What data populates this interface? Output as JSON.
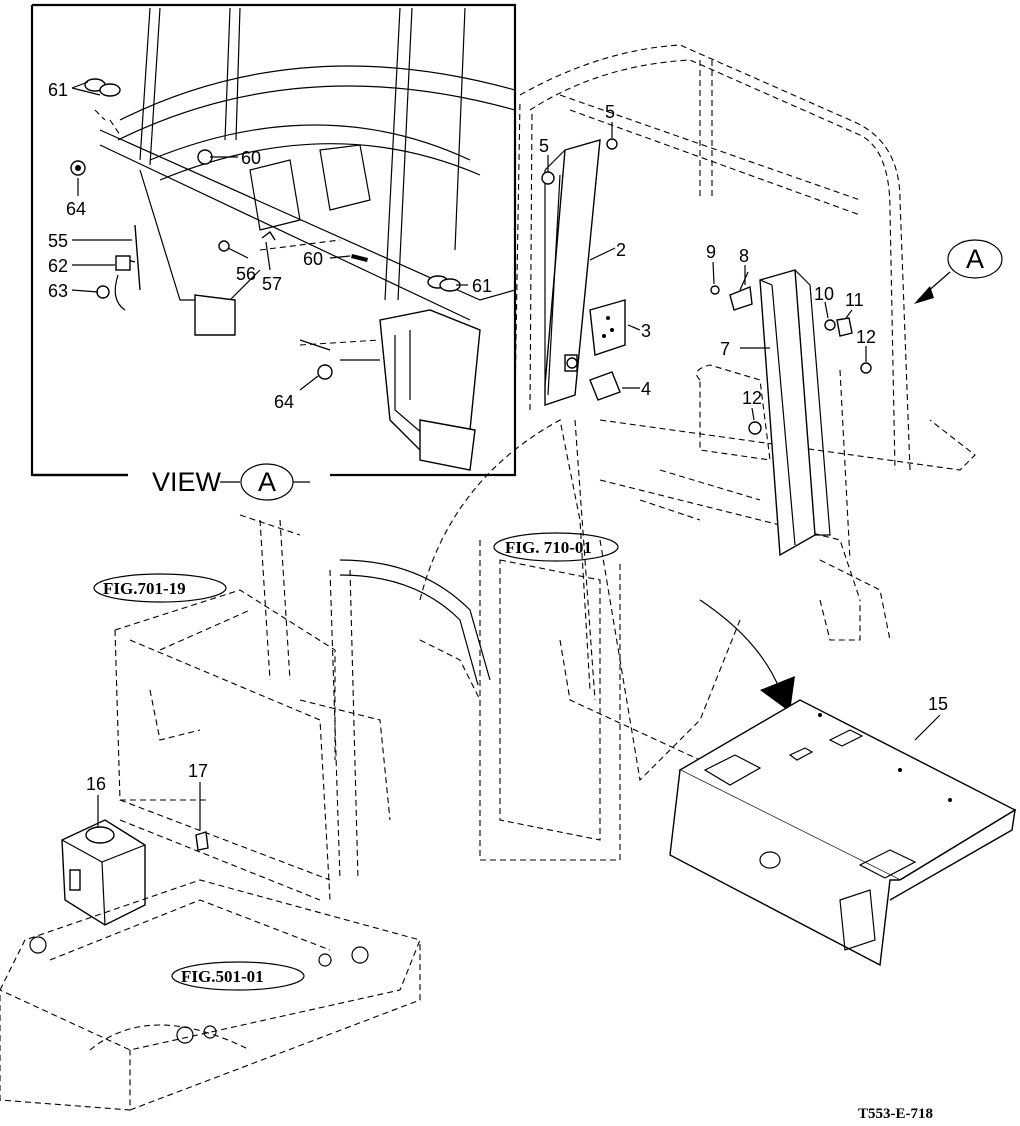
{
  "view": {
    "label": "VIEW",
    "letter": "A"
  },
  "view_marker": {
    "letter": "A"
  },
  "figure_refs": [
    {
      "id": "fig-710-01",
      "text": "FIG. 710-01"
    },
    {
      "id": "fig-701-19",
      "text": "FIG.701-19"
    },
    {
      "id": "fig-501-01",
      "text": "FIG.501-01"
    }
  ],
  "callouts": [
    {
      "id": "c-61-a",
      "text": "61"
    },
    {
      "id": "c-60-a",
      "text": "60"
    },
    {
      "id": "c-64-a",
      "text": "64"
    },
    {
      "id": "c-55",
      "text": "55"
    },
    {
      "id": "c-62",
      "text": "62"
    },
    {
      "id": "c-63",
      "text": "63"
    },
    {
      "id": "c-56",
      "text": "56"
    },
    {
      "id": "c-57",
      "text": "57"
    },
    {
      "id": "c-60-b",
      "text": "60"
    },
    {
      "id": "c-61-b",
      "text": "61"
    },
    {
      "id": "c-64-b",
      "text": "64"
    },
    {
      "id": "c-5-a",
      "text": "5"
    },
    {
      "id": "c-5-b",
      "text": "5"
    },
    {
      "id": "c-2",
      "text": "2"
    },
    {
      "id": "c-3",
      "text": "3"
    },
    {
      "id": "c-4",
      "text": "4"
    },
    {
      "id": "c-9",
      "text": "9"
    },
    {
      "id": "c-8",
      "text": "8"
    },
    {
      "id": "c-10",
      "text": "10"
    },
    {
      "id": "c-11",
      "text": "11"
    },
    {
      "id": "c-12-a",
      "text": "12"
    },
    {
      "id": "c-12-b",
      "text": "12"
    },
    {
      "id": "c-7",
      "text": "7"
    },
    {
      "id": "c-15",
      "text": "15"
    },
    {
      "id": "c-16",
      "text": "16"
    },
    {
      "id": "c-17",
      "text": "17"
    }
  ],
  "drawing_code": "T553-E-718"
}
